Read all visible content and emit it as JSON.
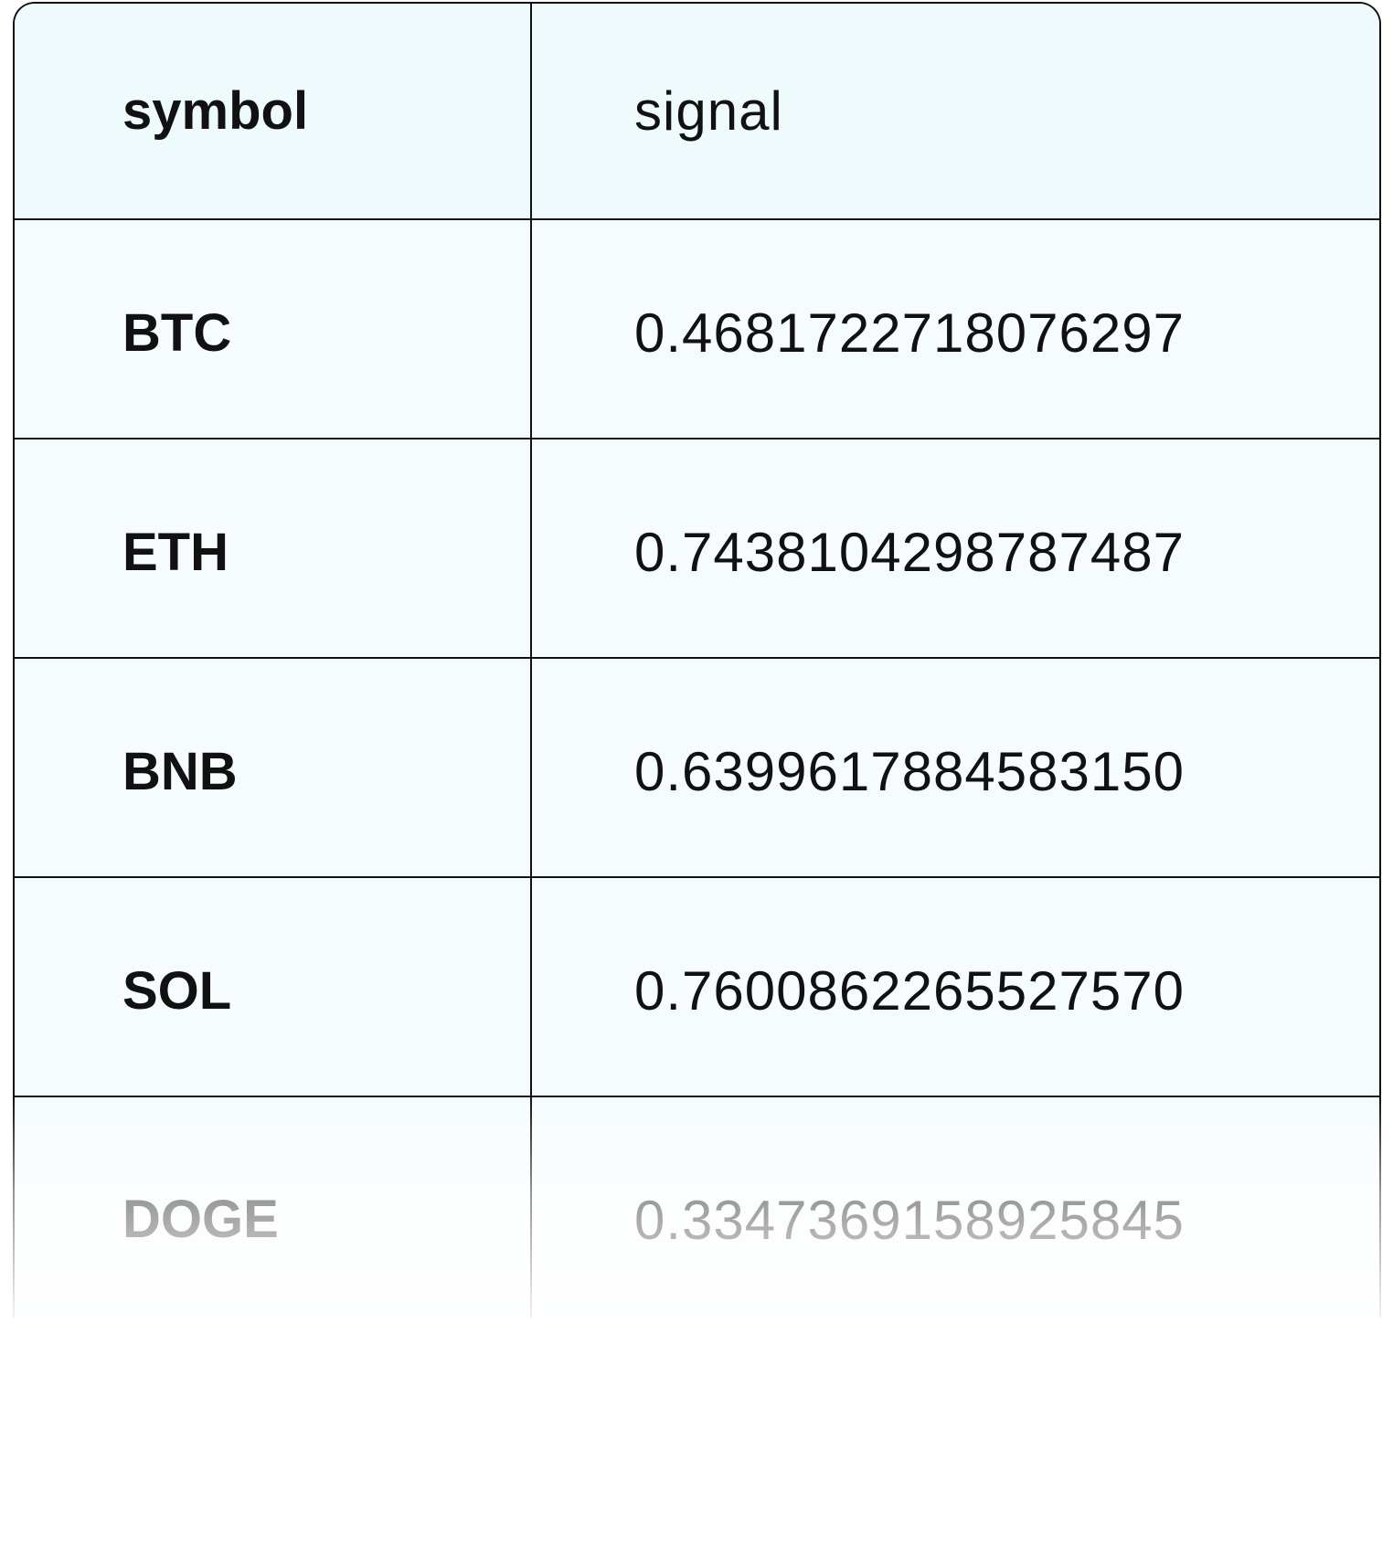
{
  "table": {
    "columns": [
      "symbol",
      "signal"
    ],
    "rows": [
      {
        "symbol": "BTC",
        "signal": "0.4681722718076297"
      },
      {
        "symbol": "ETH",
        "signal": "0.7438104298787487"
      },
      {
        "symbol": "BNB",
        "signal": "0.6399617884583150"
      },
      {
        "symbol": "SOL",
        "signal": "0.7600862265527570"
      },
      {
        "symbol": "DOGE",
        "signal": "0.3347369158925845"
      }
    ]
  }
}
